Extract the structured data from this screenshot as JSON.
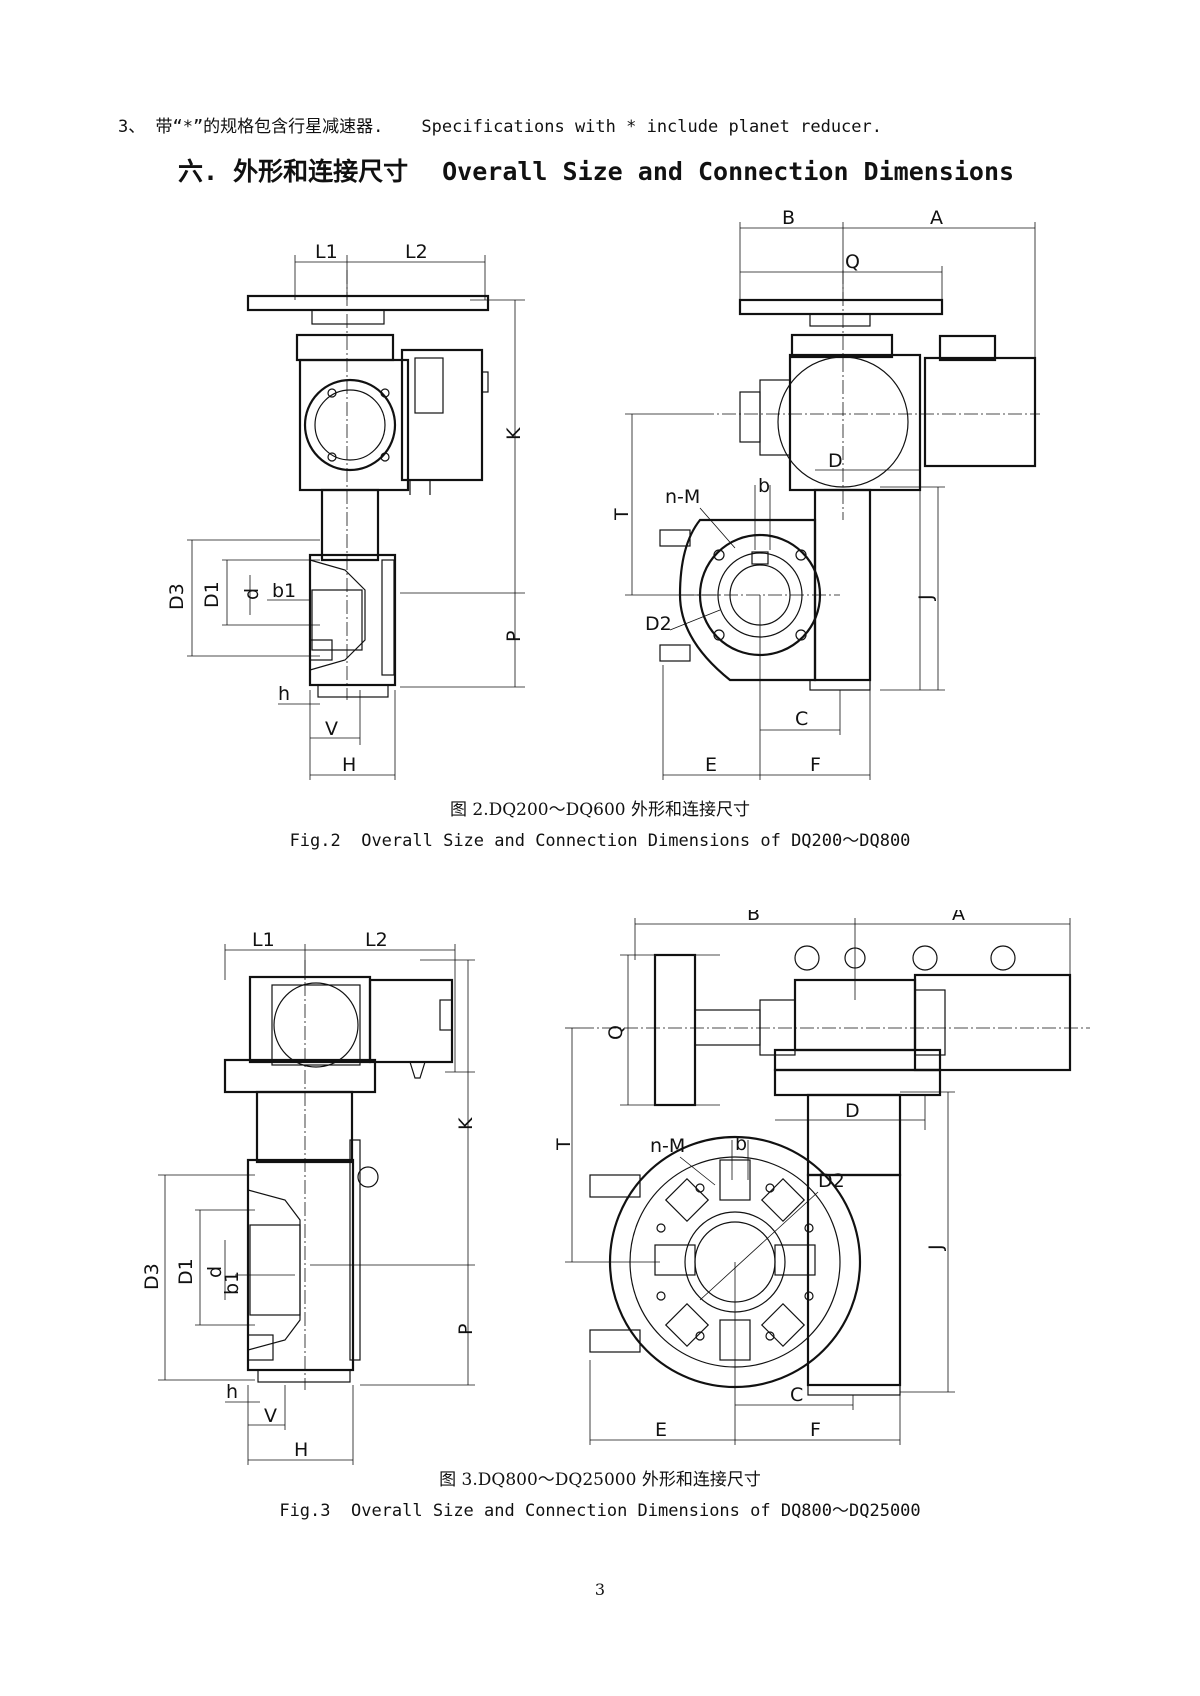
{
  "note": {
    "cn": "3、 带“*”的规格包含行星减速器.",
    "en": "Specifications with * include planet reducer."
  },
  "section_heading": {
    "cn": "六. 外形和连接尺寸",
    "en": "Overall Size and Connection Dimensions"
  },
  "figure2": {
    "caption_cn": "图 2.DQ200～DQ600 外形和连接尺寸",
    "caption_en": "Fig.2  Overall Size and Connection Dimensions of DQ200～DQ800",
    "side_labels": {
      "l1": "L1",
      "l2": "L2",
      "k": "K",
      "p": "P",
      "d3": "D3",
      "d1": "D1",
      "d": "d",
      "b1": "b1",
      "h": "h",
      "v": "V",
      "hh": "H"
    },
    "front_labels": {
      "b": "B",
      "a": "A",
      "q": "Q",
      "d": "D",
      "t": "T",
      "nm": "n-M",
      "bs": "b",
      "d2": "D2",
      "j": "J",
      "c": "C",
      "e": "E",
      "f": "F"
    }
  },
  "figure3": {
    "caption_cn": "图 3.DQ800～DQ25000 外形和连接尺寸",
    "caption_en": "Fig.3  Overall Size and Connection Dimensions of DQ800～DQ25000",
    "side_labels": {
      "l1": "L1",
      "l2": "L2",
      "k": "K",
      "p": "P",
      "d3": "D3",
      "d1": "D1",
      "d": "d",
      "b1": "b1",
      "h": "h",
      "v": "V",
      "hh": "H"
    },
    "front_labels": {
      "b": "B",
      "a": "A",
      "q": "Q",
      "d": "D",
      "t": "T",
      "nm": "n-M",
      "bs": "b",
      "d2": "D2",
      "j": "J",
      "c": "C",
      "e": "E",
      "f": "F"
    }
  },
  "page_number": "3"
}
